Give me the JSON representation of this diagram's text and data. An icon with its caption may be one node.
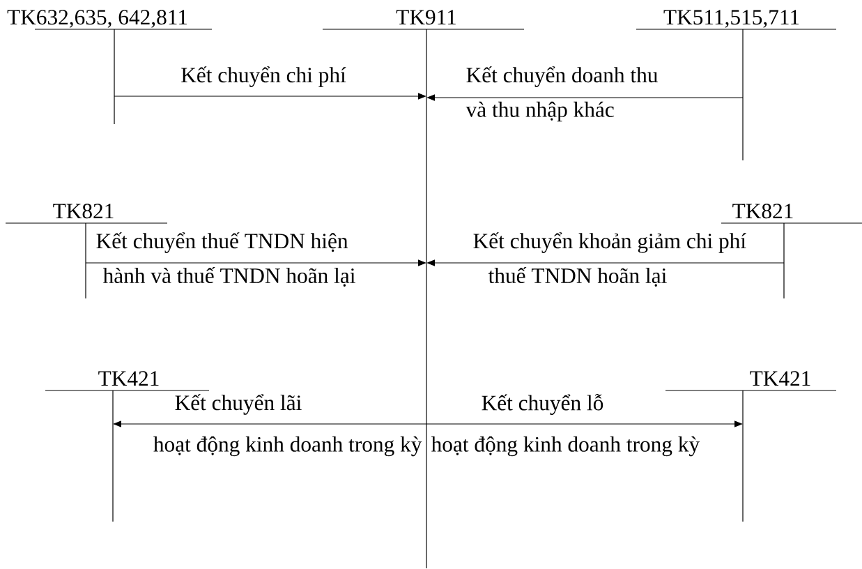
{
  "diagram": {
    "nodes": [
      {
        "text": [
          "TK632,635, 642,811"
        ]
      },
      {
        "text": [
          "TK911"
        ]
      },
      {
        "text": [
          "TK511,515,711"
        ]
      },
      {
        "text": [
          "TK821"
        ]
      },
      {
        "text": [
          "TK821"
        ]
      },
      {
        "text": [
          "TK421"
        ]
      },
      {
        "text": [
          "TK421"
        ]
      }
    ],
    "edges": [
      {
        "from": 0,
        "to": 1,
        "arrow": "to"
      },
      {
        "from": 2,
        "to": 1,
        "arrow": "to"
      },
      {
        "from": 3,
        "to": 1,
        "arrow": "to"
      },
      {
        "from": 4,
        "to": 1,
        "arrow": "to"
      },
      {
        "from": 1,
        "to": 5,
        "arrow": "to"
      },
      {
        "from": 1,
        "to": 6,
        "arrow": "to"
      }
    ],
    "labels": [
      "Kết chuyển chi phí",
      "Kết chuyển doanh thu",
      "và thu nhập khác",
      "Kết chuyển thuế TNDN hiện",
      "hành và thuế TNDN hoãn lại",
      "Kết chuyển khoản giảm chi phí",
      "thuế TNDN hoãn lại",
      "Kết chuyển lãi",
      "hoạt động kinh doanh trong kỳ",
      "Kết chuyển lỗ",
      "hoạt động kinh doanh trong kỳ"
    ]
  }
}
